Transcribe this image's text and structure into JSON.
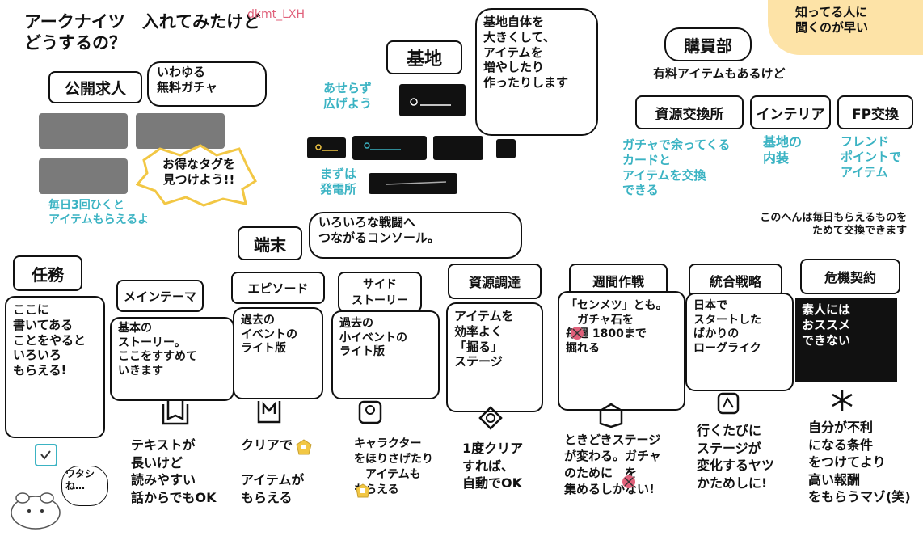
{
  "header": {
    "title": "アークナイツ　入れてみたけど\nどうするの？",
    "author": "dkmt_LXH"
  },
  "corner_note": "知ってる人に\n聞くのが早い",
  "recruit": {
    "label": "公開求人",
    "bubble": "いわゆる\n無料ガチャ",
    "star_note": "お得なタグを\n見つけよう!!",
    "footer": "毎日3回ひくと\nアイテムもらえるよ"
  },
  "base": {
    "label": "基地",
    "note_left": "あせらず\n広げよう",
    "note_power": "まずは\n発電所",
    "bubble": "基地自体を\n大きくして、\nアイテムを\n増やしたり\n作ったりします"
  },
  "shop": {
    "label": "購買部",
    "sub": "有料アイテムもあるけど",
    "tabs": [
      {
        "label": "資源交換所",
        "desc": "ガチャで余ってくる\nカードと\nアイテムを交換\nできる"
      },
      {
        "label": "インテリア",
        "desc": "基地の\n内装"
      },
      {
        "label": "FP交換",
        "desc": "フレンド\nポイントで\nアイテム"
      }
    ],
    "footer": "このへんは毎日もらえるものを\nためて交換できます"
  },
  "terminal": {
    "label": "端末",
    "bubble": "いろいろな戦闘へ\nつながるコンソール。"
  },
  "missions": {
    "label": "任務",
    "desc": "ここに\n書いてある\nことをやると\nいろいろ\nもらえる!"
  },
  "mascot": {
    "speech": "ワタシ\nね…"
  },
  "modes": [
    {
      "label": "メインテーマ",
      "desc": "基本の\nストーリー。\nここをすすめて\nいきます",
      "caption": "テキストが\n長いけど\n読みやすい\n話からでもOK"
    },
    {
      "label": "エピソード",
      "desc": "過去の\nイベントの\nライト版",
      "caption": "クリアで\n\nアイテムが\nもらえる"
    },
    {
      "label": "サイド\nストーリー",
      "desc": "過去の\n小イベントの\nライト版",
      "caption": "キャラクター\nをほりさげたり\n　アイテムも\nもらえる"
    },
    {
      "label": "資源調達",
      "desc": "アイテムを\n効率よく\n「掘る」\nステージ",
      "caption": "1度クリア\nすれば、\n自動でOK"
    },
    {
      "label": "週間作戦",
      "desc": "「センメツ」とも。\n　ガチャ石を\n毎週 1800まで\n掘れる",
      "caption": "ときどきステージ\nが変わる。ガチャ\nのために　を\n集めるしかない!"
    },
    {
      "label": "統合戦略",
      "desc": "日本で\nスタートした\nばかりの\nローグライク",
      "caption": "行くたびに\nステージが\n変化するヤツ\nかためしに!"
    },
    {
      "label": "危機契約",
      "desc": "素人には\nおススメ\nできない",
      "caption": "自分が不利\nになる条件\nをつけてより\n高い報酬\nをもらうマゾ(笑)"
    }
  ],
  "colors": {
    "accent_teal": "#3bb3c3",
    "accent_pink": "#e0607a",
    "note_bg": "#fde3a7",
    "gold": "#f2c744"
  }
}
